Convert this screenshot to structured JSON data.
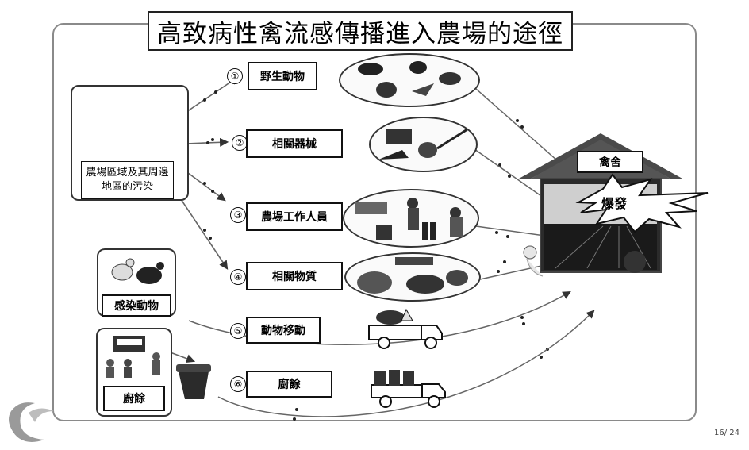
{
  "slide": {
    "title": "高致病性禽流感傳播進入農場的途徑",
    "page_number": "16/ 24"
  },
  "source": {
    "caption": "農場區域及其周邊地區的污染"
  },
  "routes": [
    {
      "number": "①",
      "label": "野生動物",
      "icon": "wild-animals-illustration"
    },
    {
      "number": "②",
      "label": "相關器械",
      "icon": "equipment-illustration"
    },
    {
      "number": "③",
      "label": "農場工作人員",
      "icon": "farm-workers-illustration"
    },
    {
      "number": "④",
      "label": "相關物質",
      "icon": "materials-illustration"
    },
    {
      "number": "⑤",
      "label": "動物移動",
      "icon": "livestock-truck-illustration"
    },
    {
      "number": "⑥",
      "label": "廚餘",
      "icon": "garbage-truck-illustration"
    }
  ],
  "infected_animals": {
    "label": "感染動物"
  },
  "kitchen_waste": {
    "label": "廚餘"
  },
  "poultry_house": {
    "label": "禽舍",
    "outbreak_label": "爆發"
  }
}
